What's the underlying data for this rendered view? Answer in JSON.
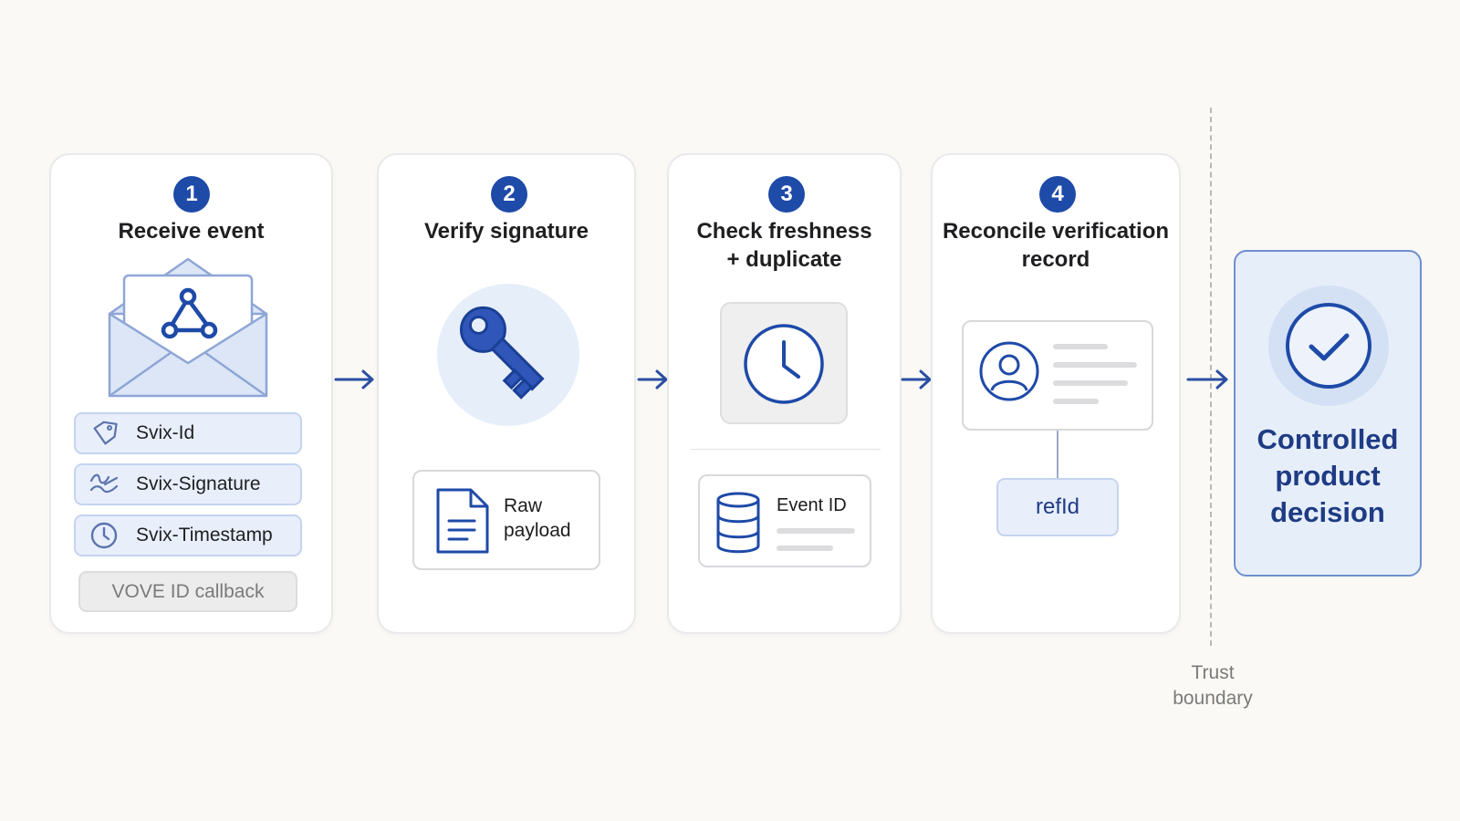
{
  "steps": [
    {
      "number": "1",
      "title": "Receive event",
      "headers": [
        {
          "label": "Svix-Id",
          "icon": "tag-icon"
        },
        {
          "label": "Svix-Signature",
          "icon": "signature-icon"
        },
        {
          "label": "Svix-Timestamp",
          "icon": "clock-icon"
        }
      ],
      "callback_label": "VOVE ID callback",
      "icon": "webhook-envelope-icon"
    },
    {
      "number": "2",
      "title": "Verify signature",
      "payload_label_line1": "Raw",
      "payload_label_line2": "payload",
      "icon": "key-icon"
    },
    {
      "number": "3",
      "title_line1": "Check freshness",
      "title_line2": "+ duplicate",
      "event_id_label": "Event ID",
      "icon": "clock-icon"
    },
    {
      "number": "4",
      "title_line1": "Reconcile verification",
      "title_line2": "record",
      "ref_label": "refId",
      "icon": "profile-card-icon"
    }
  ],
  "outcome": {
    "line1": "Controlled",
    "line2": "product",
    "line3": "decision",
    "icon": "check-circle-icon"
  },
  "trust_boundary": {
    "line1": "Trust",
    "line2": "boundary"
  },
  "colors": {
    "accent": "#1e4aa8",
    "pill_bg": "#e8effb",
    "outcome_bg": "#e6eefa",
    "background": "#faf9f5"
  }
}
